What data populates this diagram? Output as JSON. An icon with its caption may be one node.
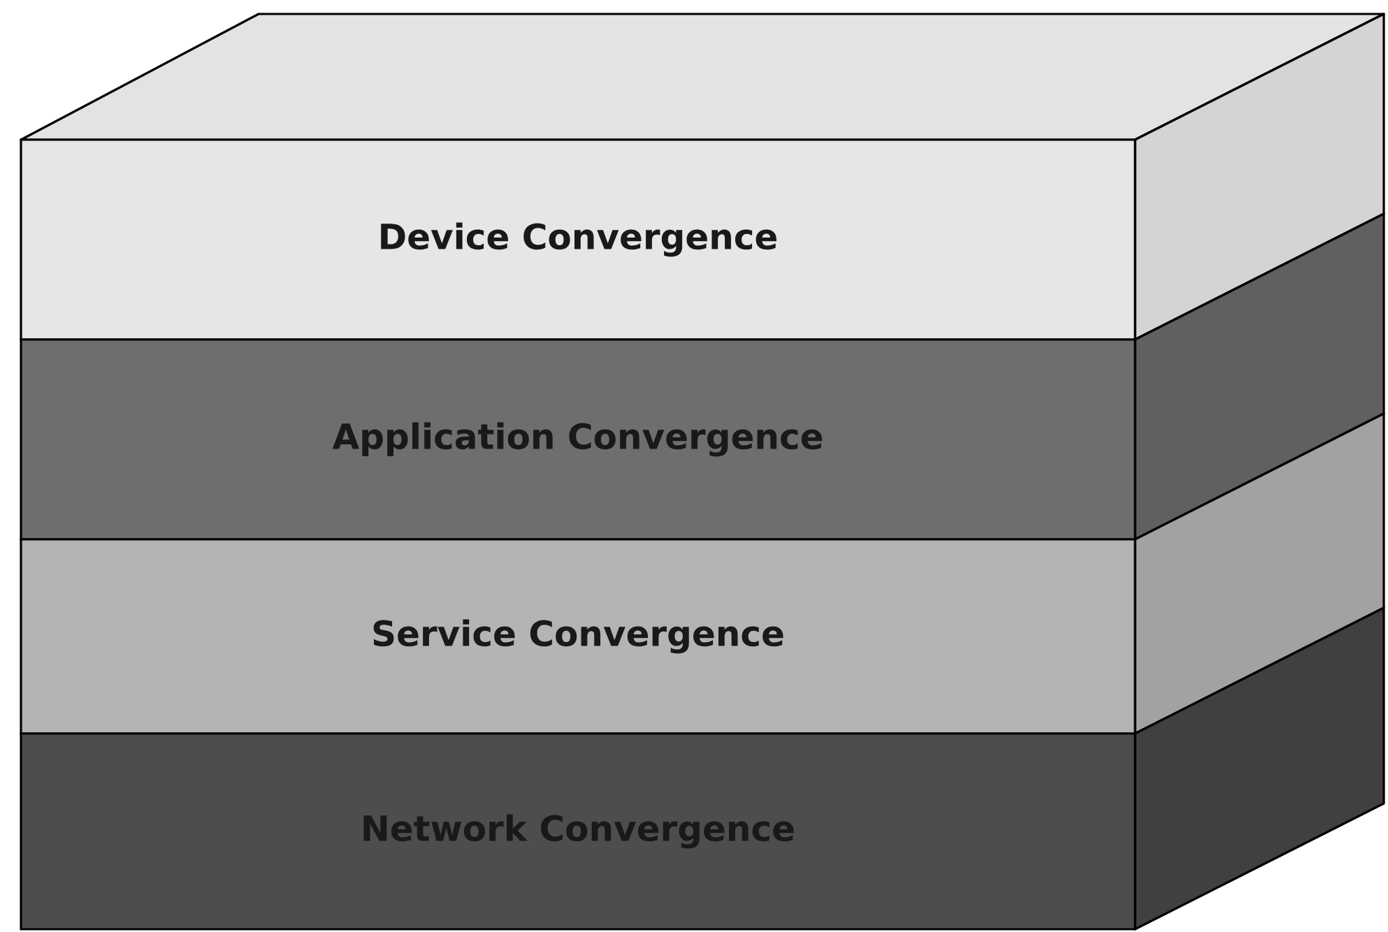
{
  "diagram": {
    "nodes": [
      {
        "text": [
          "Device Convergence"
        ]
      },
      {
        "text": [
          "Application Convergence"
        ]
      },
      {
        "text": [
          "Service Convergence"
        ]
      },
      {
        "text": [
          "Network Convergence"
        ]
      }
    ]
  }
}
